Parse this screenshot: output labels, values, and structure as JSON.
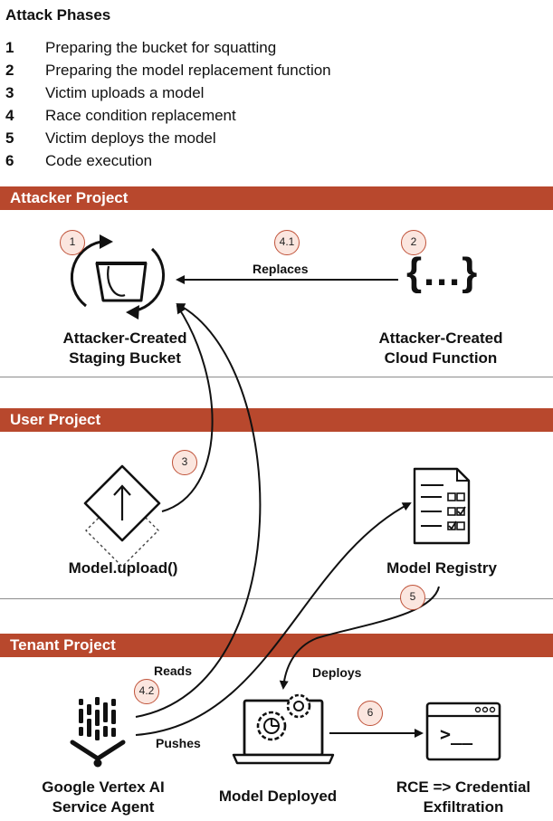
{
  "header": {
    "title": "Attack Phases"
  },
  "phases": [
    {
      "num": "1",
      "text": "Preparing the bucket for squatting"
    },
    {
      "num": "2",
      "text": "Preparing the model replacement function"
    },
    {
      "num": "3",
      "text": "Victim uploads a model"
    },
    {
      "num": "4",
      "text": "Race condition replacement"
    },
    {
      "num": "5",
      "text": "Victim deploys the model"
    },
    {
      "num": "6",
      "text": "Code execution"
    }
  ],
  "sections": {
    "attacker": "Attacker Project",
    "user": "User Project",
    "tenant": "Tenant Project"
  },
  "nodes": {
    "staging_bucket_line1": "Attacker-Created",
    "staging_bucket_line2": "Staging Bucket",
    "cloud_function_line1": "Attacker-Created",
    "cloud_function_line2": "Cloud Function",
    "model_upload": "Model.upload()",
    "model_registry": "Model Registry",
    "vertex_line1": "Google Vertex AI",
    "vertex_line2": "Service Agent",
    "model_deployed": "Model Deployed",
    "rce_line1": "RCE => Credential",
    "rce_line2": "Exfiltration"
  },
  "edges": {
    "replaces": "Replaces",
    "reads": "Reads",
    "pushes": "Pushes",
    "deploys": "Deploys"
  },
  "badges": {
    "b1": "1",
    "b2": "2",
    "b3": "3",
    "b41": "4.1",
    "b42": "4.2",
    "b5": "5",
    "b6": "6"
  },
  "icons": {
    "cloud_function": "{…}",
    "terminal_prompt": ">__"
  },
  "colors": {
    "band": "#b8482d",
    "badge_border": "#c0533a",
    "badge_fill": "#fbe6df"
  }
}
